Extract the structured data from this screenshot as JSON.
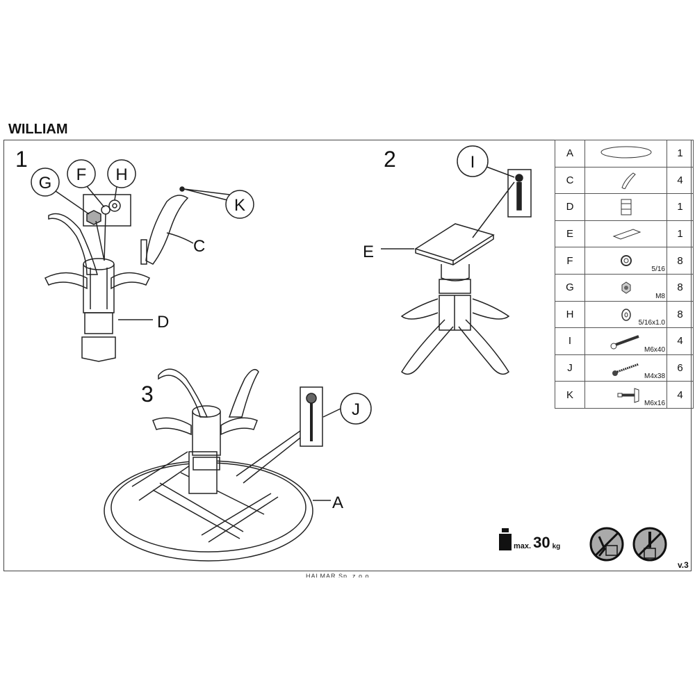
{
  "title": "WILLIAM",
  "steps": [
    "1",
    "2",
    "3"
  ],
  "callouts": {
    "G": "G",
    "F": "F",
    "H": "H",
    "K": "K",
    "C": "C",
    "D": "D",
    "I": "I",
    "E": "E",
    "J": "J",
    "A": "A"
  },
  "parts": [
    {
      "letter": "A",
      "icon": "tabletop-icon",
      "size": "",
      "qty": "1"
    },
    {
      "letter": "C",
      "icon": "leg-icon",
      "size": "",
      "qty": "4"
    },
    {
      "letter": "D",
      "icon": "pedestal-column-icon",
      "size": "",
      "qty": "1"
    },
    {
      "letter": "E",
      "icon": "mounting-plate-icon",
      "size": "",
      "qty": "1"
    },
    {
      "letter": "F",
      "icon": "spring-washer-icon",
      "size": "5/16",
      "qty": "8"
    },
    {
      "letter": "G",
      "icon": "hex-nut-icon",
      "size": "M8",
      "qty": "8"
    },
    {
      "letter": "H",
      "icon": "flat-washer-icon",
      "size": "5/16x1.0",
      "qty": "8"
    },
    {
      "letter": "I",
      "icon": "allen-bolt-icon",
      "size": "M6x40",
      "qty": "4"
    },
    {
      "letter": "J",
      "icon": "wood-screw-icon",
      "size": "M4x38",
      "qty": "6"
    },
    {
      "letter": "K",
      "icon": "bolt-icon",
      "size": "M6x16",
      "qty": "4"
    }
  ],
  "weight": {
    "prefix": "max.",
    "value": "30",
    "unit": "kg"
  },
  "version": "v.3",
  "footer": "HALMAR Sp. z o.o."
}
